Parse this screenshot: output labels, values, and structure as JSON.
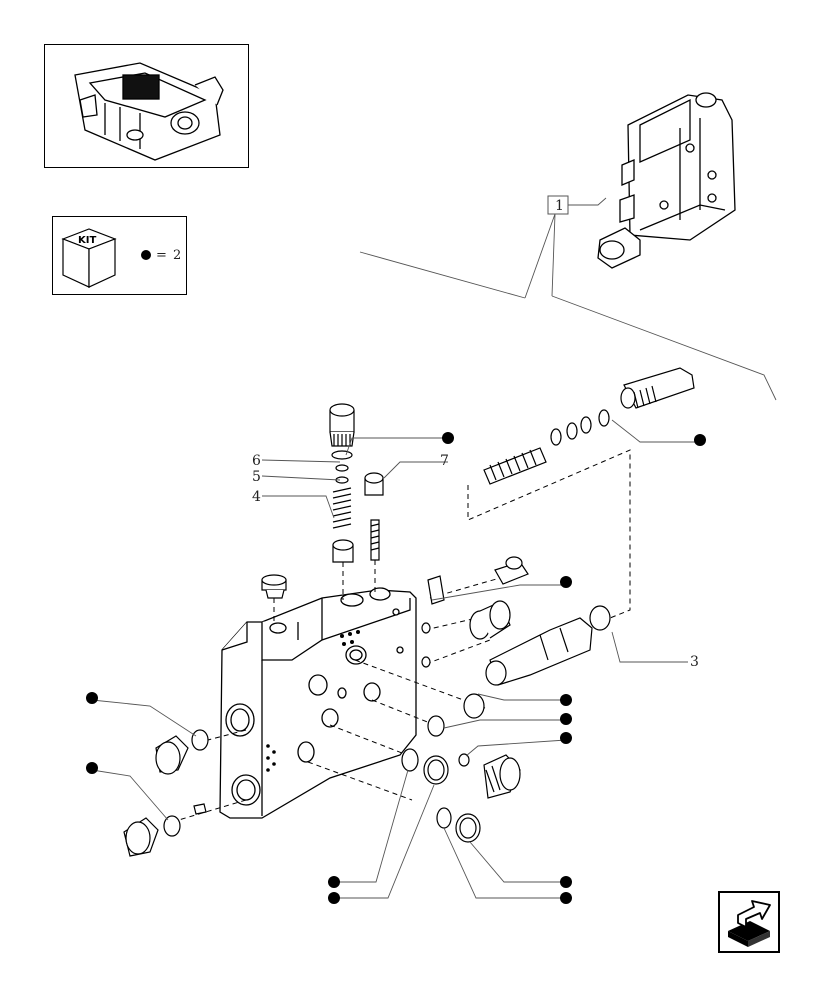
{
  "kit_legend": {
    "label": "KIT",
    "equals": "=",
    "count": "2"
  },
  "callouts": {
    "ref_1": "1",
    "ref_3": "3",
    "ref_4": "4",
    "ref_5": "5",
    "ref_6": "6",
    "ref_7": "7"
  },
  "icons": {
    "thumbnail": "valve-assembly-thumbnail",
    "detail": "valve-section-detail",
    "kit": "kit-box-icon",
    "nav": "next-page-arrow-icon"
  }
}
